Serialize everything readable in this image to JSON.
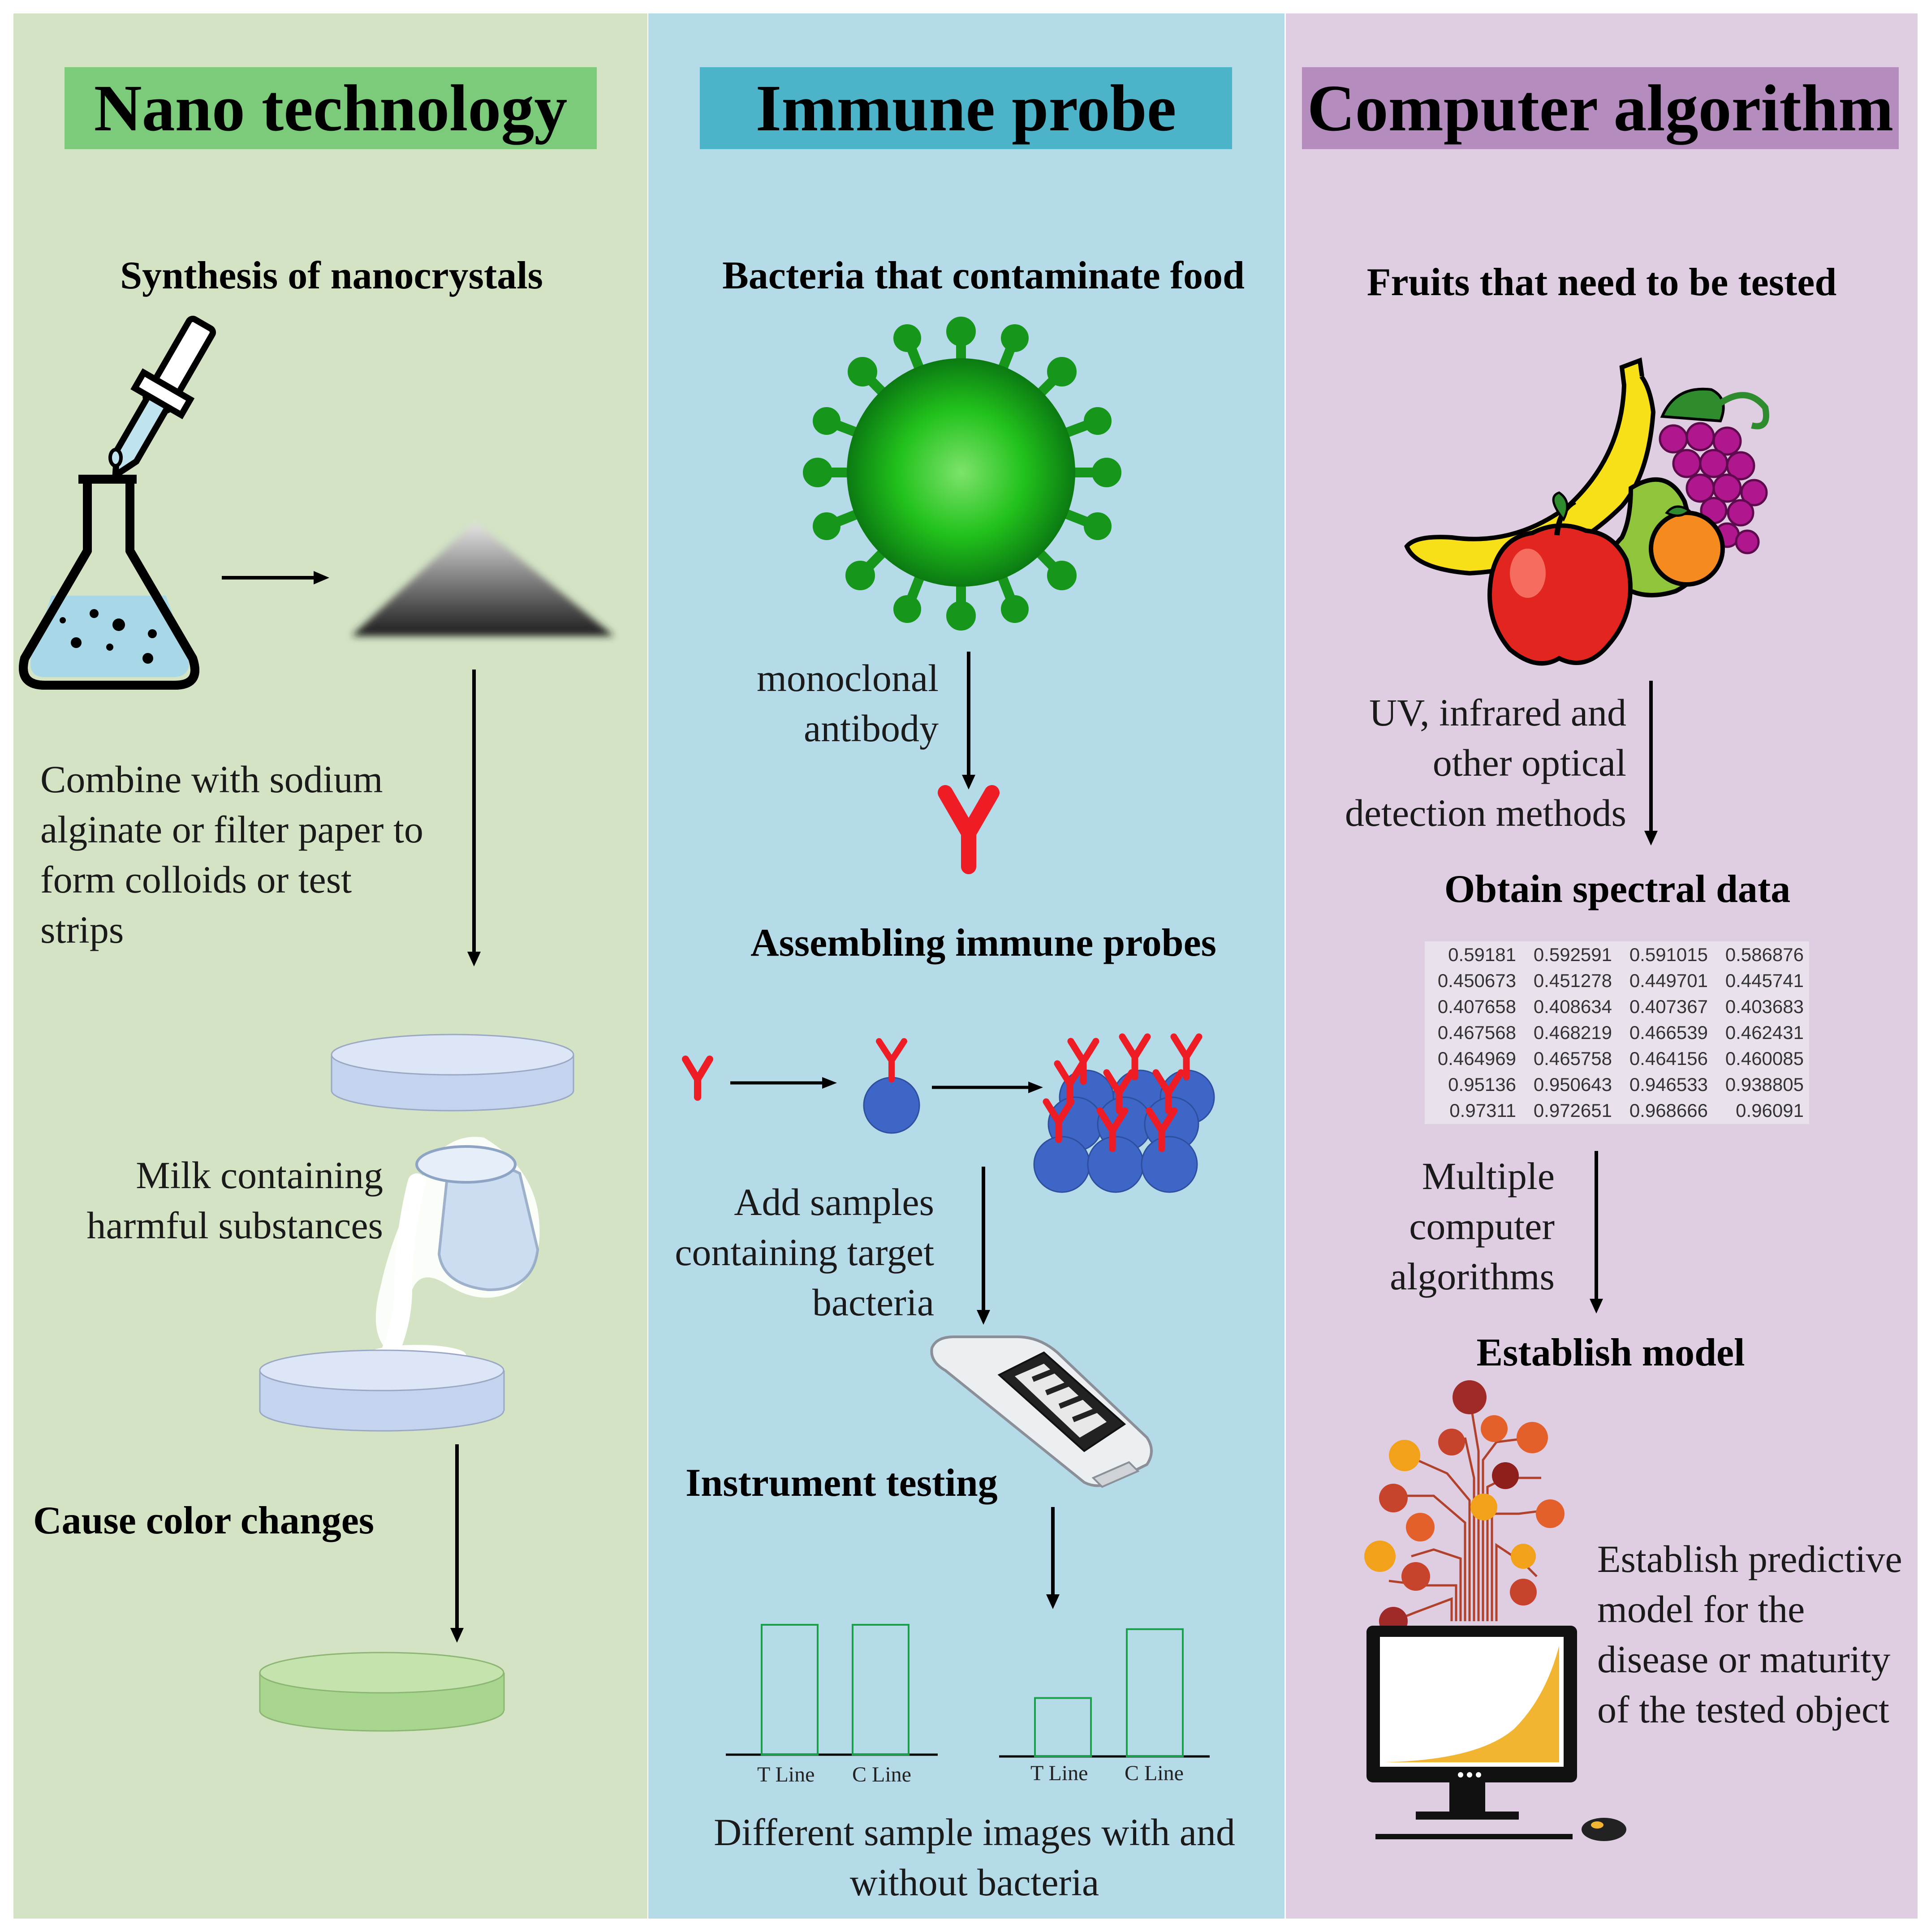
{
  "columns": [
    {
      "title": "Nano technology",
      "background": "#d3e3c4",
      "title_background": "#7bcb7a",
      "steps": [
        "Synthesis of nanocrystals",
        "Combine with sodium alginate or filter paper to form colloids or test strips",
        "Milk containing harmful substances",
        "Cause color changes"
      ]
    },
    {
      "title": "Immune probe",
      "background": "#b5dbe8",
      "title_background": "#4cb3c9",
      "steps": [
        "Bacteria that contaminate food",
        "monoclonal antibody",
        "Assembling immune probes",
        "Add samples containing target bacteria",
        "Instrument testing",
        "Different sample images with and without bacteria"
      ],
      "strip_result_labels": [
        "T Line",
        "C Line"
      ],
      "strip_results": [
        {
          "T Line": 1.0,
          "C Line": 1.0
        },
        {
          "T Line": 0.45,
          "C Line": 0.98
        }
      ]
    },
    {
      "title": "Computer algorithm",
      "background": "#dfcde2",
      "title_background": "#b48cbd",
      "steps": [
        "Fruits that need to be tested",
        "UV, infrared and other optical detection methods",
        "Obtain spectral data",
        "Multiple computer algorithms",
        "Establish model",
        "Establish predictive model for the disease or maturity of the tested object"
      ],
      "spectral_data": [
        [
          "0.59181",
          "0.592591",
          "0.591015",
          "0.586876"
        ],
        [
          "0.450673",
          "0.451278",
          "0.449701",
          "0.445741"
        ],
        [
          "0.407658",
          "0.408634",
          "0.407367",
          "0.403683"
        ],
        [
          "0.467568",
          "0.468219",
          "0.466539",
          "0.462431"
        ],
        [
          "0.464969",
          "0.465758",
          "0.464156",
          "0.460085"
        ],
        [
          "0.95136",
          "0.950643",
          "0.946533",
          "0.938805"
        ],
        [
          "0.97311",
          "0.972651",
          "0.968666",
          "0.96091"
        ]
      ]
    }
  ],
  "colors": {
    "antibody": "#ee1c24",
    "bacteria": "#22b022",
    "probe_bead": "#3e66c6",
    "strip_bar": "#1aa04a",
    "petri_blue": "#c5d4ee",
    "petri_green": "#a9d68e",
    "chart_fill": "#f2b531"
  }
}
